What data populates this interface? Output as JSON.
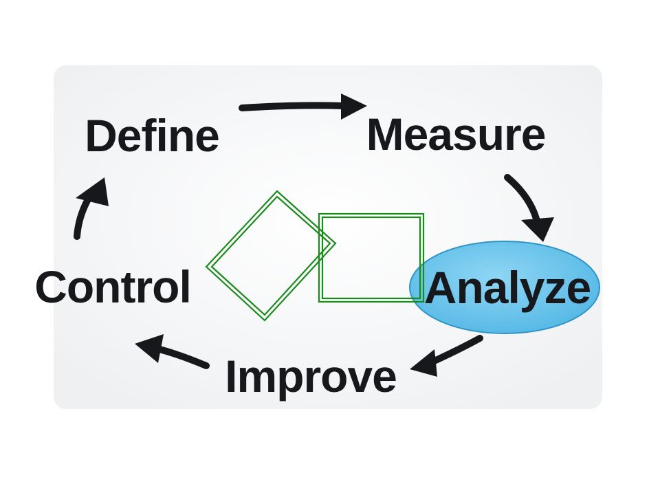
{
  "diagram": {
    "type": "cycle",
    "steps": [
      {
        "id": "define",
        "label": "Define"
      },
      {
        "id": "measure",
        "label": "Measure"
      },
      {
        "id": "analyze",
        "label": "Analyze",
        "highlighted": true
      },
      {
        "id": "improve",
        "label": "Improve"
      },
      {
        "id": "control",
        "label": "Control"
      }
    ],
    "flow": [
      "define",
      "measure",
      "analyze",
      "improve",
      "control",
      "define"
    ]
  },
  "colors": {
    "text": "#17181c",
    "highlight_fill": "#63c3ec",
    "highlight_stroke": "#2f94c4",
    "overlay_outline": "#1a8a1a",
    "panel_background": "#f7f8f9"
  },
  "overlay_shapes": [
    {
      "kind": "diamond",
      "style": "double-outline"
    },
    {
      "kind": "square",
      "style": "double-outline"
    }
  ]
}
